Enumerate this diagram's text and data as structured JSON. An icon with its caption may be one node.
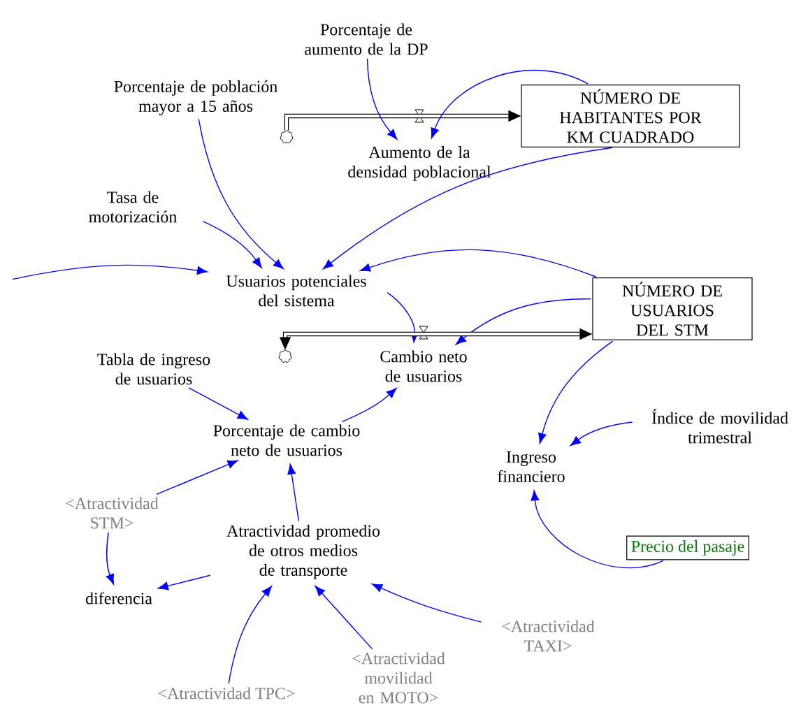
{
  "diagram": {
    "nodes": [
      {
        "text": [
          "Porcentaje de aumento de la DP"
        ]
      },
      {
        "text": [
          "Porcentaje de población mayor a 15 años"
        ]
      },
      {
        "text": [
          "NÚMERO DE HABITANTES POR KM CUADRADO"
        ]
      },
      {
        "text": [
          "Aumento de la densidad poblacional"
        ]
      },
      {
        "text": [],
        "shape": "cloud"
      },
      {
        "text": [
          "Tasa de motorización"
        ]
      },
      {
        "text": [
          "Usuarios potenciales del sistema"
        ]
      },
      {
        "text": [
          "NÚMERO DE USUARIOS DEL STM"
        ]
      },
      {
        "text": [],
        "shape": "cloud"
      },
      {
        "text": [
          "Cambio neto de usuarios"
        ]
      },
      {
        "text": [
          "Tabla de ingreso de usuarios"
        ]
      },
      {
        "text": [
          "Porcentaje de cambio neto de usuarios"
        ]
      },
      {
        "text": [
          "Índice de movilidad trimestral"
        ]
      },
      {
        "text": [
          "Ingreso financiero"
        ]
      },
      {
        "text": [
          "<Atractividad STM>"
        ]
      },
      {
        "text": [
          "Atractividad promedio de otros medios de transporte"
        ]
      },
      {
        "text": [
          "Precio del pasaje"
        ]
      },
      {
        "text": [
          "diferencia"
        ]
      },
      {
        "text": [
          "<Atractividad TPC>"
        ]
      },
      {
        "text": [
          "<Atractividad movilidad en MOTO>"
        ]
      },
      {
        "text": [
          "<Atractividad TAXI>"
        ]
      }
    ],
    "edges": [
      {
        "from": 4,
        "to": 2,
        "arrow": "to",
        "style": "thick",
        "color": "#000000"
      },
      {
        "from": 0,
        "to": 3,
        "arrow": "to"
      },
      {
        "from": 2,
        "to": 3,
        "arrow": "to"
      },
      {
        "from": 2,
        "to": 6,
        "arrow": "to"
      },
      {
        "from": 1,
        "to": 6,
        "arrow": "to"
      },
      {
        "from": 5,
        "to": 6,
        "arrow": "to"
      },
      {
        "from": null,
        "to": 6,
        "arrow": "to"
      },
      {
        "from": 7,
        "to": 6,
        "arrow": "to"
      },
      {
        "from": 7,
        "to": 9,
        "arrow": "to"
      },
      {
        "from": 6,
        "to": 9,
        "arrow": "to"
      },
      {
        "from": 8,
        "to": 7,
        "arrow": "both",
        "style": "thick",
        "color": "#000000"
      },
      {
        "from": 10,
        "to": 11,
        "arrow": "to"
      },
      {
        "from": 11,
        "to": 9,
        "arrow": "to"
      },
      {
        "from": 7,
        "to": 13,
        "arrow": "to"
      },
      {
        "from": 12,
        "to": 13,
        "arrow": "to"
      },
      {
        "from": 16,
        "to": 13,
        "arrow": "to"
      },
      {
        "from": 14,
        "to": 11,
        "arrow": "to"
      },
      {
        "from": 15,
        "to": 11,
        "arrow": "to"
      },
      {
        "from": 14,
        "to": 17,
        "arrow": "to"
      },
      {
        "from": 15,
        "to": 17,
        "arrow": "to"
      },
      {
        "from": 18,
        "to": 15,
        "arrow": "to"
      },
      {
        "from": 19,
        "to": 15,
        "arrow": "to"
      },
      {
        "from": 20,
        "to": 15,
        "arrow": "to"
      }
    ]
  }
}
